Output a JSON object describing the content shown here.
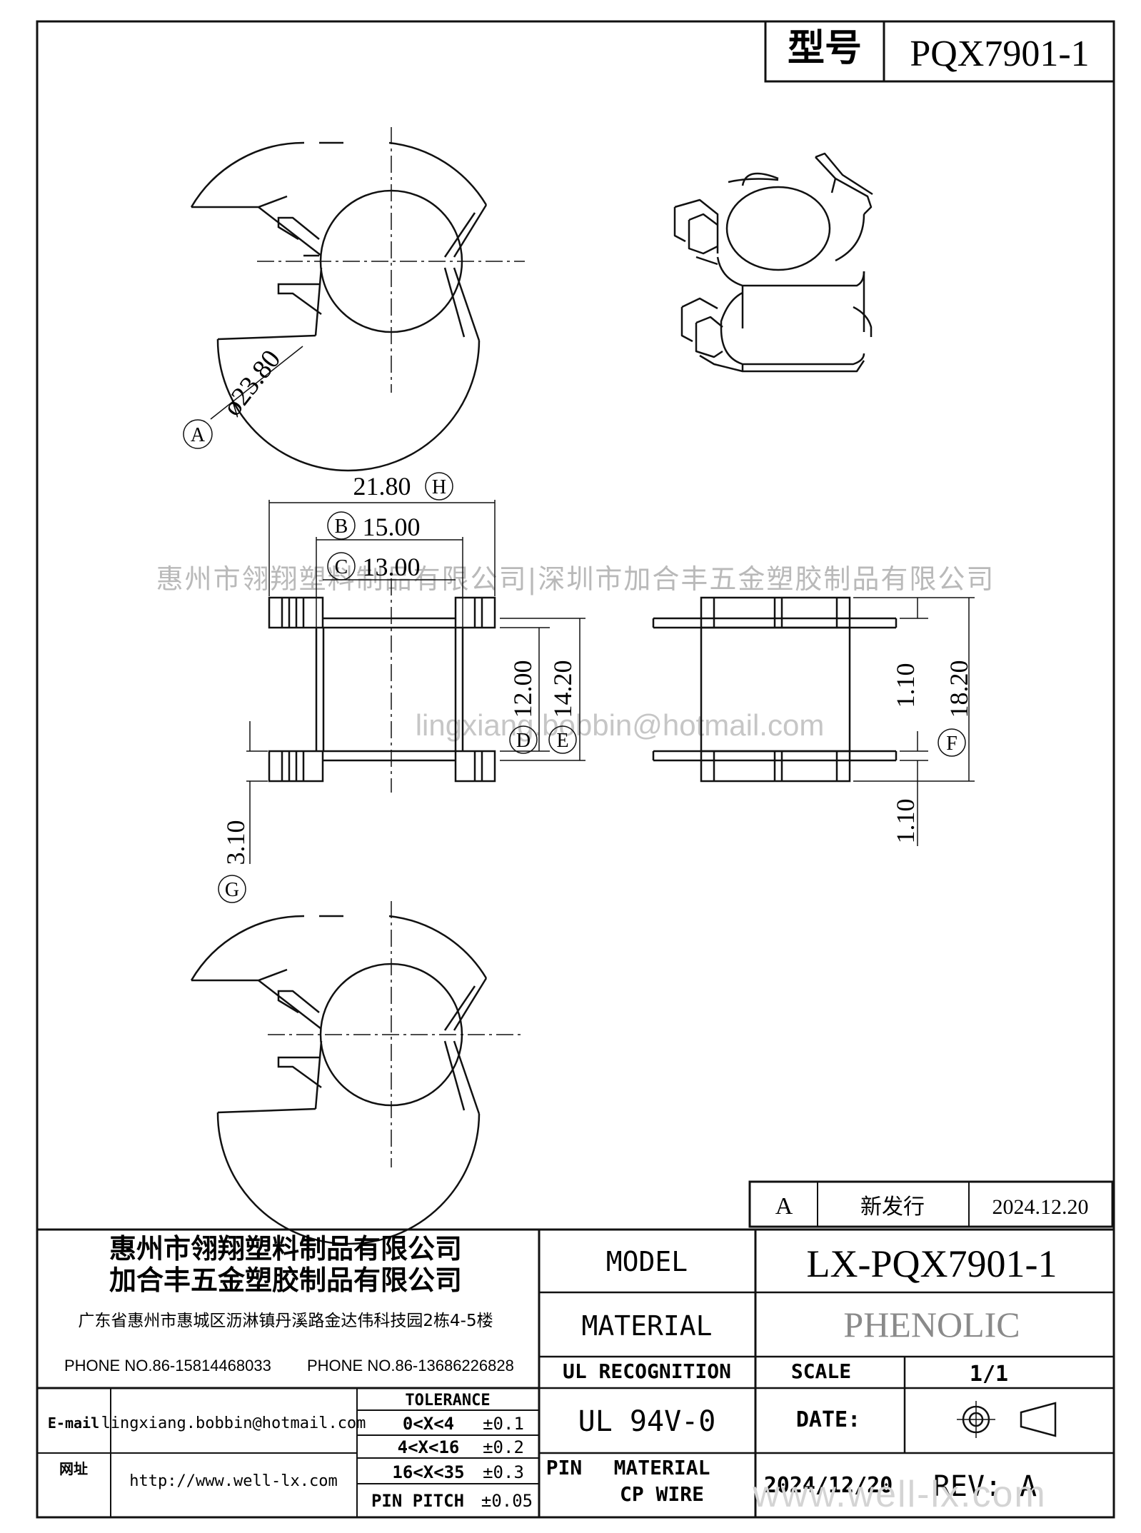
{
  "header": {
    "label": "型号",
    "model": "PQX7901-1"
  },
  "watermark": {
    "companies": "惠州市翎翔塑料制品有限公司|深圳市加合丰五金塑胶制品有限公司",
    "email": "lingxiang.bobbin@hotmail.com",
    "site": "www.well-lx.com"
  },
  "dims": {
    "dia": "ø23.80",
    "dia_tag": "A",
    "w_overall": "21.80",
    "w_overall_tag": "H",
    "w_flange": "15.00",
    "w_flange_tag": "B",
    "w_core": "13.00",
    "w_core_tag": "C",
    "h_inner": "12.00",
    "h_inner_tag": "D",
    "h_outer": "14.20",
    "h_outer_tag": "E",
    "h_total": "18.20",
    "h_total_tag": "F",
    "flange_t_top": "1.10",
    "flange_t_bot": "1.10",
    "pin_len": "3.10",
    "pin_len_tag": "G"
  },
  "revision": {
    "rev": "A",
    "desc": "新发行",
    "date": "2024.12.20"
  },
  "company": {
    "name1": "惠州市翎翔塑料制品有限公司",
    "name2": "加合丰五金塑胶制品有限公司",
    "address": "广东省惠州市惠城区沥淋镇丹溪路金达伟科技园2栋4-5楼",
    "phone1": "PHONE NO.86-15814468033",
    "phone2": "PHONE NO.86-13686226828",
    "email_label": "E-mail",
    "email": "lingxiang.bobbin@hotmail.com",
    "web_label": "网址",
    "web": "http://www.well-lx.com"
  },
  "tolerance": {
    "title": "TOLERANCE",
    "rows": [
      {
        "range": "0<X<4",
        "value": "±0.1"
      },
      {
        "range": "4<X<16",
        "value": "±0.2"
      },
      {
        "range": "16<X<35",
        "value": "±0.3"
      },
      {
        "range": "PIN PITCH",
        "value": "±0.05"
      }
    ]
  },
  "title_block": {
    "model_label": "MODEL",
    "model": "LX-PQX7901-1",
    "material_label": "MATERIAL",
    "material": "PHENOLIC",
    "ul_label": "UL RECOGNITION",
    "ul": "UL 94V-0",
    "scale_label": "SCALE",
    "scale": "1/1",
    "date_label": "DATE:",
    "pin_label": "PIN",
    "pin_material_label": "MATERIAL",
    "pin_material": "CP WIRE",
    "date": "2024/12/20",
    "rev_label": "REV:",
    "rev": "A"
  }
}
